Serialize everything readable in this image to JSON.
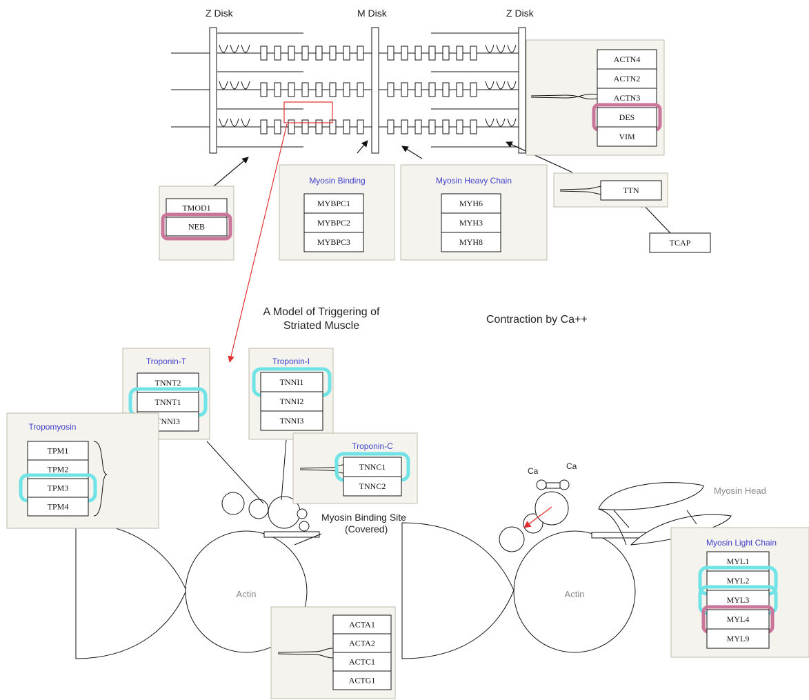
{
  "sarcomere": {
    "z_disk_left": "Z Disk",
    "m_disk": "M Disk",
    "z_disk_right": "Z Disk"
  },
  "titles": {
    "model_line1": "A Model of Triggering of",
    "model_line2": "Striated Muscle",
    "contraction": "Contraction by Ca++"
  },
  "labels": {
    "actin_left": "Actin",
    "actin_right": "Actin",
    "myosin_binding_site_line1": "Myosin Binding Site",
    "myosin_binding_site_line2": "(Covered)",
    "ca1": "Ca",
    "ca2": "Ca",
    "myosin_head": "Myosin Head"
  },
  "panels": {
    "actinin": {
      "title": "",
      "genes": [
        "ACTN4",
        "ACTN2",
        "ACTN3",
        "DES",
        "VIM"
      ]
    },
    "tropomodulin": {
      "title": "",
      "genes": [
        "TMOD1",
        "NEB"
      ]
    },
    "myosin_binding": {
      "title": "Myosin Binding",
      "genes": [
        "MYBPC1",
        "MYBPC2",
        "MYBPC3"
      ]
    },
    "myosin_heavy": {
      "title": "Myosin Heavy Chain",
      "genes": [
        "MYH6",
        "MYH3",
        "MYH8"
      ]
    },
    "titin": {
      "title": "",
      "genes": [
        "TTN"
      ]
    },
    "tcap": {
      "title": "",
      "genes": [
        "TCAP"
      ]
    },
    "troponin_t": {
      "title": "Troponin-T",
      "genes": [
        "TNNT2",
        "TNNT1",
        "TNNI3"
      ]
    },
    "troponin_i": {
      "title": "Troponin-I",
      "genes": [
        "TNNI1",
        "TNNI2",
        "TNNI3"
      ]
    },
    "troponin_c": {
      "title": "Troponin-C",
      "genes": [
        "TNNC1",
        "TNNC2"
      ]
    },
    "tropomyosin": {
      "title": "Tropomyosin",
      "genes": [
        "TPM1",
        "TPM2",
        "TPM3",
        "TPM4"
      ]
    },
    "actin_genes": {
      "title": "",
      "genes": [
        "ACTA1",
        "ACTA2",
        "ACTC1",
        "ACTG1"
      ]
    },
    "myosin_light": {
      "title": "Myosin Light Chain",
      "genes": [
        "MYL1",
        "MYL2",
        "MYL3",
        "MYL4",
        "MYL9"
      ]
    }
  },
  "highlights": {
    "magenta": [
      "DES",
      "NEB",
      "MYL4"
    ],
    "cyan": [
      "TNNT1",
      "TNNI1",
      "TNNC1",
      "TPM3",
      "MYL2",
      "MYL3"
    ]
  },
  "colors": {
    "panel_bg": "#f5f3ed",
    "heading_blue": "#4040cc",
    "highlight_magenta": "#c9769a",
    "highlight_cyan": "#6fe3e6",
    "arrow_red": "#e03030"
  }
}
